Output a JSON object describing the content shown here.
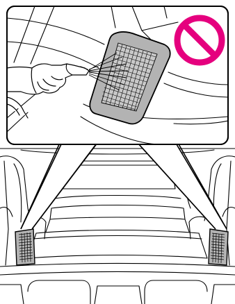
{
  "figure": {
    "kind": "owner-manual-illustration",
    "subject": "rear-vent-grille",
    "callout": {
      "action": "spray-cleaning",
      "prohibition_symbol": "no-symbol-icon"
    },
    "colors": {
      "line": "#000000",
      "background": "#ffffff",
      "grille_fill": "#b3b3b3",
      "prohibition": "#e5007e"
    }
  }
}
